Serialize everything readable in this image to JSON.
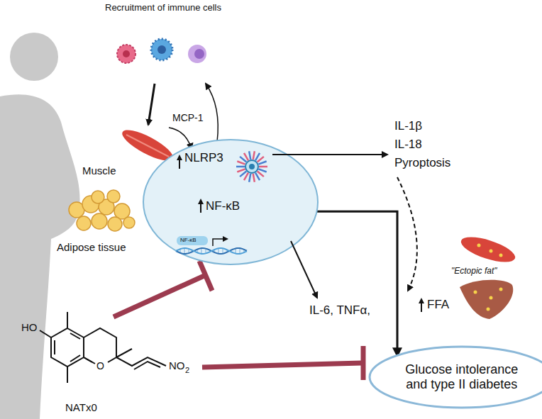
{
  "diagram": {
    "nodes": [
      {
        "text": [
          "NLRP3",
          "NF-κB"
        ]
      },
      {
        "text": [
          "Glucose intolerance and type II diabetes"
        ]
      }
    ],
    "edges": [
      {
        "from": 0,
        "to": 1,
        "arrow": "to"
      }
    ],
    "labels": [
      "Recruitment of immune cells",
      "Muscle",
      "Adipose tissue",
      "MCP-1",
      "NF-κB",
      "IL-1β",
      "IL-18",
      "Pyroptosis",
      "IL-6, TNFα,",
      "FFA",
      "\"Ectopic fat\"",
      "HO",
      "O",
      "NO",
      "2",
      "NATx0"
    ]
  }
}
